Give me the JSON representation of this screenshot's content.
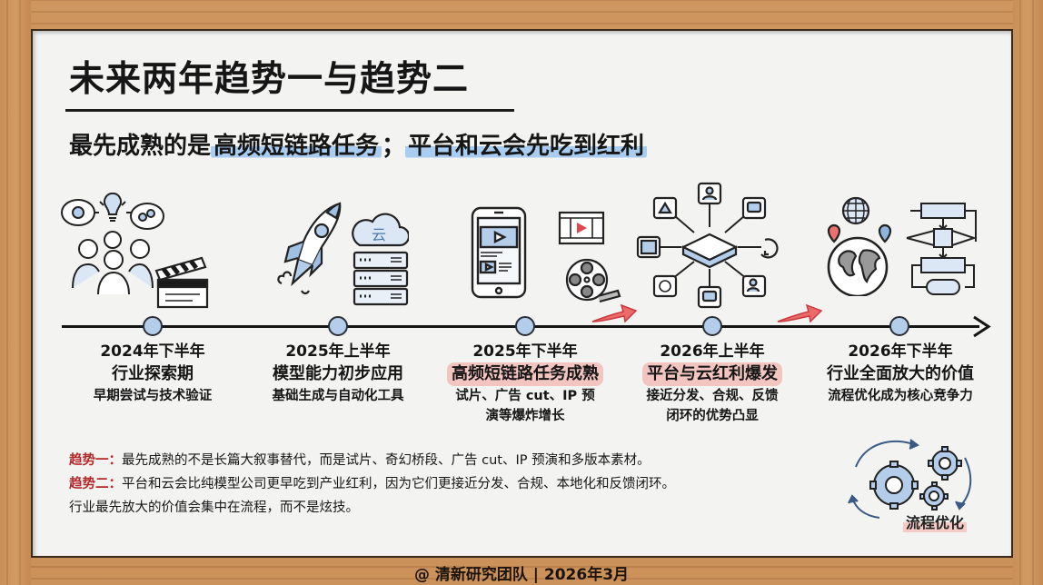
{
  "title": "未来两年趋势一与趋势二",
  "subtitle": {
    "prefix": "最先成熟的是",
    "highlight1": "高频短链路任务",
    "separator": "；",
    "highlight2": "平台和云会先吃到红利"
  },
  "timeline": {
    "stages": [
      {
        "year": "2024年下半年",
        "phase": "行业探索期",
        "desc": "早期尝试与技术验证",
        "highlighted": false,
        "icons": [
          "team-brainstorm-icon",
          "lightbulb-icon",
          "gear-bubble-icon",
          "clapperboard-icon"
        ]
      },
      {
        "year": "2025年上半年",
        "phase": "模型能力初步应用",
        "desc": "基础生成与自动化工具",
        "highlighted": false,
        "icons": [
          "rocket-icon",
          "cloud-icon",
          "server-rack-icon"
        ]
      },
      {
        "year": "2025年下半年",
        "phase": "高频短链路任务成熟",
        "desc": "试片、广告 cut、IP 预演等爆炸增长",
        "highlighted": true,
        "icons": [
          "smartphone-video-icon",
          "film-strip-icon",
          "film-reel-icon"
        ]
      },
      {
        "year": "2026年上半年",
        "phase": "平台与云红利爆发",
        "desc": "接近分发、合规、反馈闭环的优势凸显",
        "highlighted": true,
        "icons": [
          "platform-hub-icon"
        ]
      },
      {
        "year": "2026年下半年",
        "phase": "行业全面放大的价值",
        "desc": "流程优化成为核心竞争力",
        "highlighted": false,
        "icons": [
          "globe-icon",
          "flowchart-icon"
        ]
      }
    ],
    "cloud_glyph": "云"
  },
  "notes": [
    {
      "label": "趋势一：",
      "text": "最先成熟的不是长篇大叙事替代，而是试片、奇幻桥段、广告 cut、IP 预演和多版本素材。"
    },
    {
      "label": "趋势二：",
      "text": "平台和云会比纯模型公司更早吃到产业红利，因为它们更接近分发、合规、本地化和反馈闭环。"
    },
    {
      "label": "",
      "text": "行业最先放大的价值会集中在流程，而不是炫技。"
    }
  ],
  "gear_badge": "流程优化",
  "footer": "@ 清新研究团队 | 2026年3月",
  "colors": {
    "accent_blue": "#a9cdf1",
    "node_blue": "#b3cdea",
    "highlight_red_bg": "#f3c5c0",
    "label_red": "#b5282a",
    "arrow_red": "#e0474a",
    "board": "#f3f3f2",
    "frame_wood": "#c48a52"
  }
}
